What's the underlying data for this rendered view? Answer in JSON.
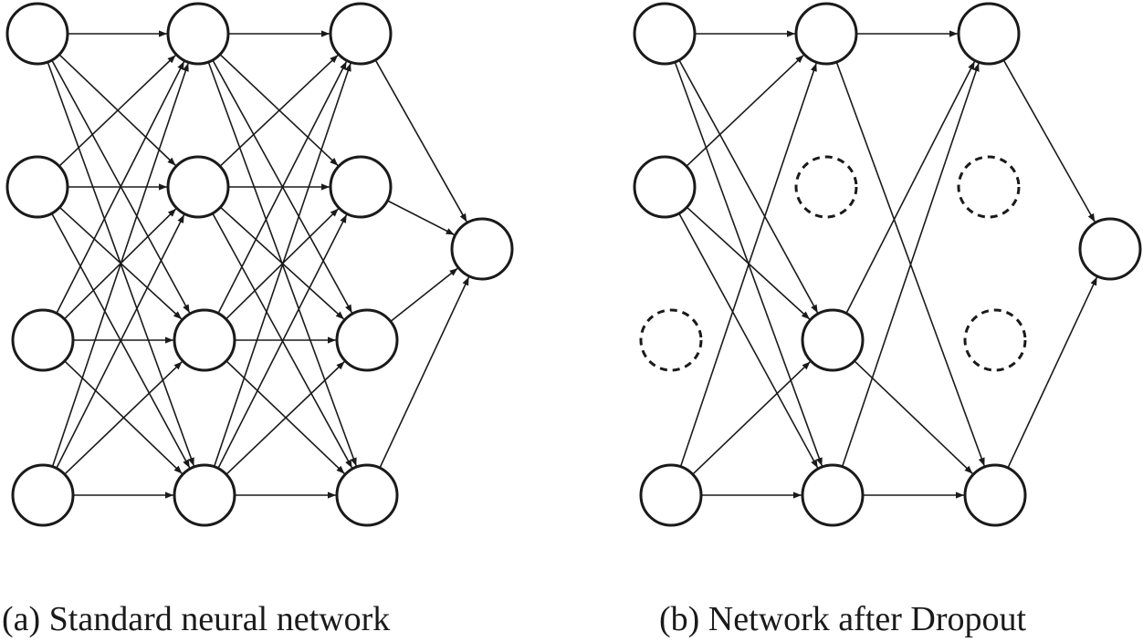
{
  "captions": {
    "standard": "(a) Standard neural network",
    "dropout": "(b) Network after Dropout"
  },
  "colors": {
    "stroke": "#1a1a1a",
    "background": "#ffffff"
  },
  "networks": [
    {
      "id": "standard",
      "layers": [
        [
          true,
          true,
          true,
          true
        ],
        [
          true,
          true,
          true,
          true
        ],
        [
          true,
          true,
          true,
          true
        ],
        [
          true
        ]
      ],
      "edges": "all"
    },
    {
      "id": "dropout",
      "layers": [
        [
          true,
          true,
          false,
          true
        ],
        [
          true,
          false,
          true,
          true
        ],
        [
          true,
          false,
          false,
          true
        ],
        [
          true
        ]
      ],
      "edges": [
        [
          0,
          0,
          1,
          0
        ],
        [
          0,
          0,
          1,
          2
        ],
        [
          0,
          0,
          1,
          3
        ],
        [
          0,
          1,
          1,
          0
        ],
        [
          0,
          1,
          1,
          2
        ],
        [
          0,
          1,
          1,
          3
        ],
        [
          0,
          3,
          1,
          0
        ],
        [
          0,
          3,
          1,
          2
        ],
        [
          0,
          3,
          1,
          3
        ],
        [
          1,
          0,
          2,
          0
        ],
        [
          1,
          0,
          2,
          3
        ],
        [
          1,
          2,
          2,
          0
        ],
        [
          1,
          2,
          2,
          3
        ],
        [
          1,
          3,
          2,
          0
        ],
        [
          1,
          3,
          2,
          3
        ],
        [
          2,
          0,
          3,
          0
        ],
        [
          2,
          3,
          3,
          0
        ]
      ]
    }
  ]
}
